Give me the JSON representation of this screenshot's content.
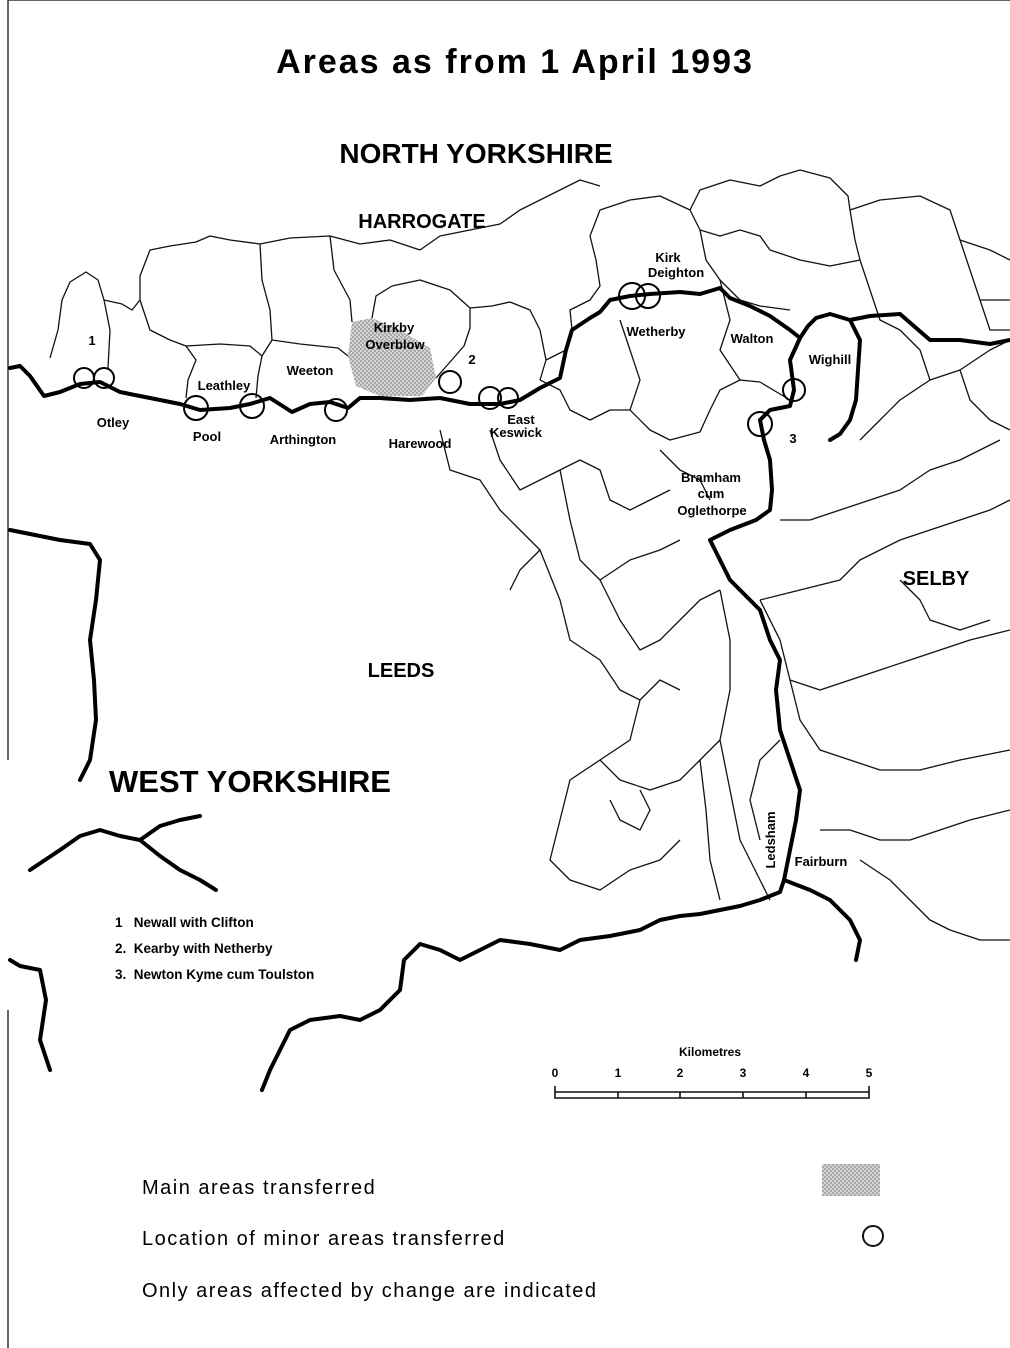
{
  "title": "Areas as from 1 April 1993",
  "counties": {
    "north": "NORTH YORKSHIRE",
    "west": "WEST YORKSHIRE"
  },
  "districts": {
    "harrogate": "HARROGATE",
    "leeds": "LEEDS",
    "selby": "SELBY"
  },
  "places": {
    "kirk_deighton_1": "Kirk",
    "kirk_deighton_2": "Deighton",
    "kirkby_overblow_1": "Kirkby",
    "kirkby_overblow_2": "Overblow",
    "wetherby": "Wetherby",
    "walton": "Walton",
    "wighill": "Wighill",
    "leathley": "Leathley",
    "weeton": "Weeton",
    "otley": "Otley",
    "pool": "Pool",
    "arthington": "Arthington",
    "harewood": "Harewood",
    "east_keswick_1": "East",
    "east_keswick_2": "Keswick",
    "bramham_1": "Bramham",
    "bramham_2": "cum",
    "bramham_3": "Oglethorpe",
    "ledsham": "Ledsham",
    "fairburn": "Fairburn"
  },
  "markers": {
    "m1": "1",
    "m2": "2",
    "m3": "3"
  },
  "notes": [
    "1   Newall with Clifton",
    "2.  Kearby with Netherby",
    "3.  Newton Kyme cum Toulston"
  ],
  "scale": {
    "label": "Kilometres",
    "ticks": [
      "0",
      "1",
      "2",
      "3",
      "4",
      "5"
    ]
  },
  "legend": {
    "main": "Main areas transferred",
    "minor": "Location of minor areas transferred",
    "only": "Only areas affected by change are indicated"
  },
  "colors": {
    "ink": "#111111",
    "shade": "#bdbdbd"
  }
}
